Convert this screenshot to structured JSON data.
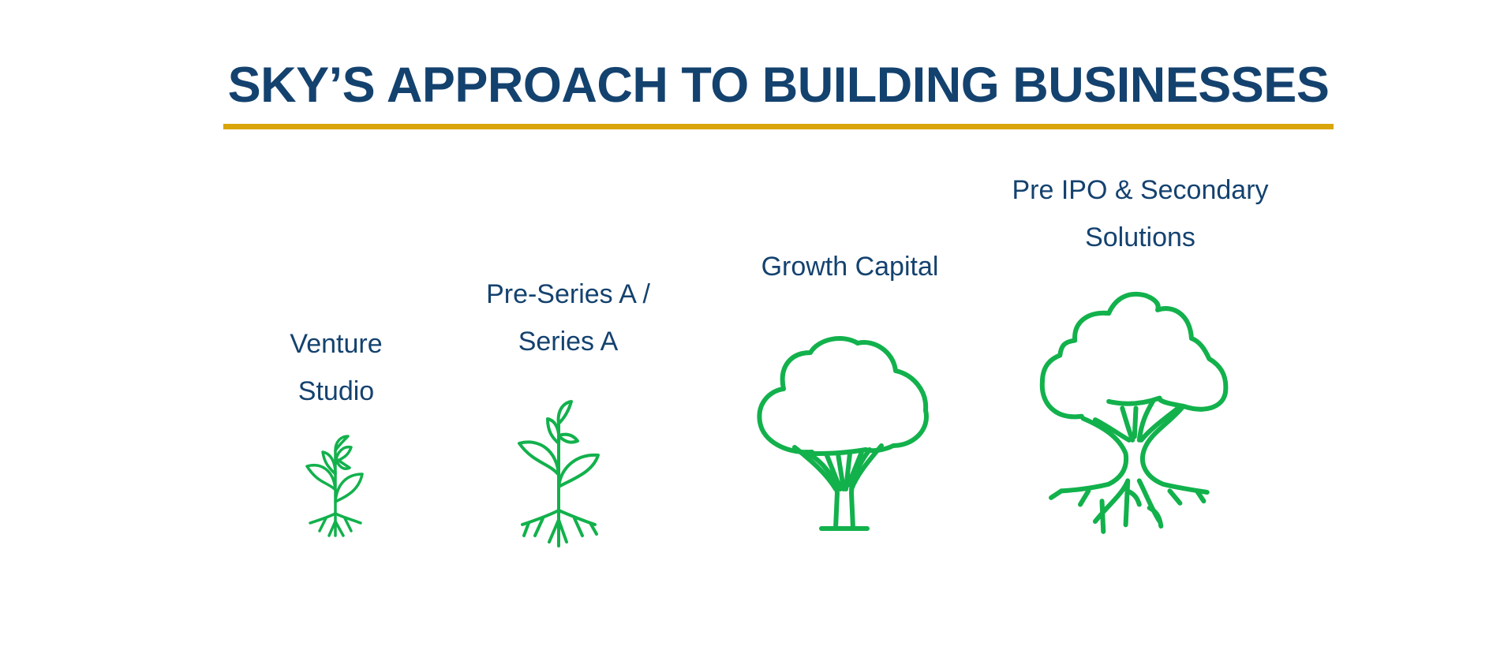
{
  "title": "SKY’S APPROACH TO BUILDING BUSINESSES",
  "stages": [
    {
      "line1": "Venture",
      "line2": "Studio",
      "icon": "small-sprout-icon"
    },
    {
      "line1": "Pre-Series A /",
      "line2": "Series A",
      "icon": "sprout-icon"
    },
    {
      "line1": "Growth Capital",
      "icon": "tree-icon"
    },
    {
      "line1": "Pre IPO & Secondary",
      "line2": "Solutions",
      "icon": "large-tree-with-roots-icon"
    }
  ],
  "colors": {
    "title": "#14426f",
    "rule": "#d9a50a",
    "icon": "#12b14c"
  }
}
